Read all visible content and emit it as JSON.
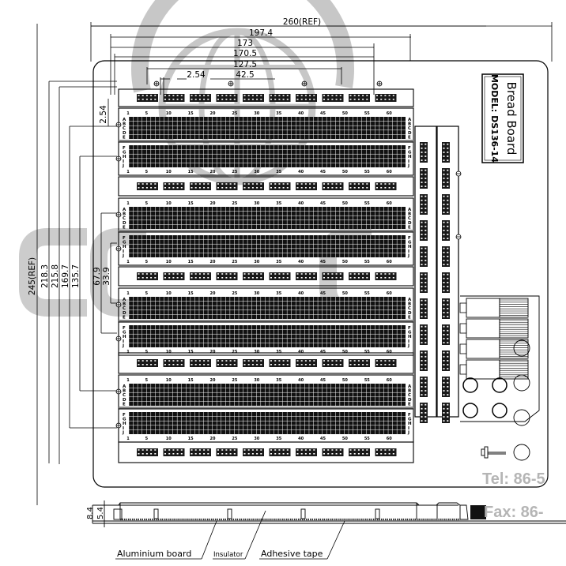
{
  "drawing": {
    "title_block": {
      "product": "Bread Board",
      "model": "MODEL: DS136-14"
    },
    "dimensions": {
      "horizontal": [
        "260(REF)",
        "197.4",
        "173",
        "170.5",
        "127.5",
        "42.5",
        "2.54"
      ],
      "vertical": [
        "245(REF)",
        "218.3",
        "215.8",
        "169.7",
        "135.7",
        "67.9",
        "33.9",
        "2.54"
      ],
      "side_view": [
        "8.4",
        "5.4"
      ]
    },
    "side_view_labels": {
      "aluminium_board": "Aluminium board",
      "insulator": "Insulator",
      "adhesive_tape": "Adhesive tape"
    },
    "breadboard": {
      "row_labels_top": [
        "A",
        "B",
        "C",
        "D",
        "E"
      ],
      "row_labels_bottom": [
        "F",
        "G",
        "H",
        "I",
        "J"
      ],
      "column_numbers": [
        "1",
        "5",
        "10",
        "15",
        "20",
        "25",
        "30",
        "35",
        "40",
        "45",
        "50",
        "55",
        "60"
      ],
      "terminal_strips": 4,
      "bus_strips": 5
    },
    "watermark": {
      "tel": "Tel: 86-5",
      "fax": "Fax: 86-"
    },
    "colors": {
      "line": "#000000",
      "watermark": "#b5b5b5",
      "hole_block": "#111111"
    }
  }
}
